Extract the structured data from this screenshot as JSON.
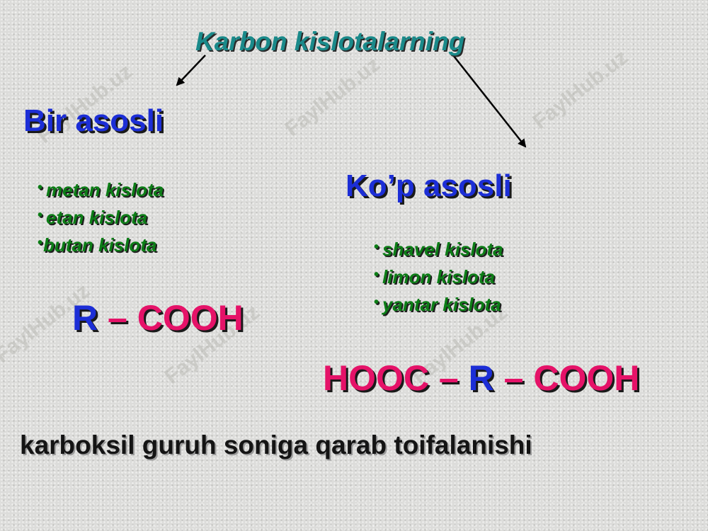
{
  "title": "Karbon kislotalarning",
  "left": {
    "heading": "Bir asosli",
    "items": [
      "metan kislota",
      "etan kislota",
      "butan kislota"
    ],
    "formula": {
      "r": "R",
      "dash": "–",
      "cooh": "COOH"
    }
  },
  "right": {
    "heading": "Ko’p asosli",
    "items": [
      "shavel kislota",
      "limon kislota",
      "yantar kislota"
    ],
    "formula": {
      "hooc": "HOOC",
      "dash1": "–",
      "r": "R",
      "dash2": "–",
      "cooh": "COOH"
    }
  },
  "bullet": "•",
  "footer": "karboksil guruh soniga qarab toifalanishi",
  "watermark": "FaylHub.uz",
  "colors": {
    "title": "#1a8a8a",
    "heading": "#1c2ed6",
    "list": "#0c7d16",
    "formula_pink": "#e51268",
    "formula_blue": "#1c2ed6",
    "footer": "#141414"
  }
}
